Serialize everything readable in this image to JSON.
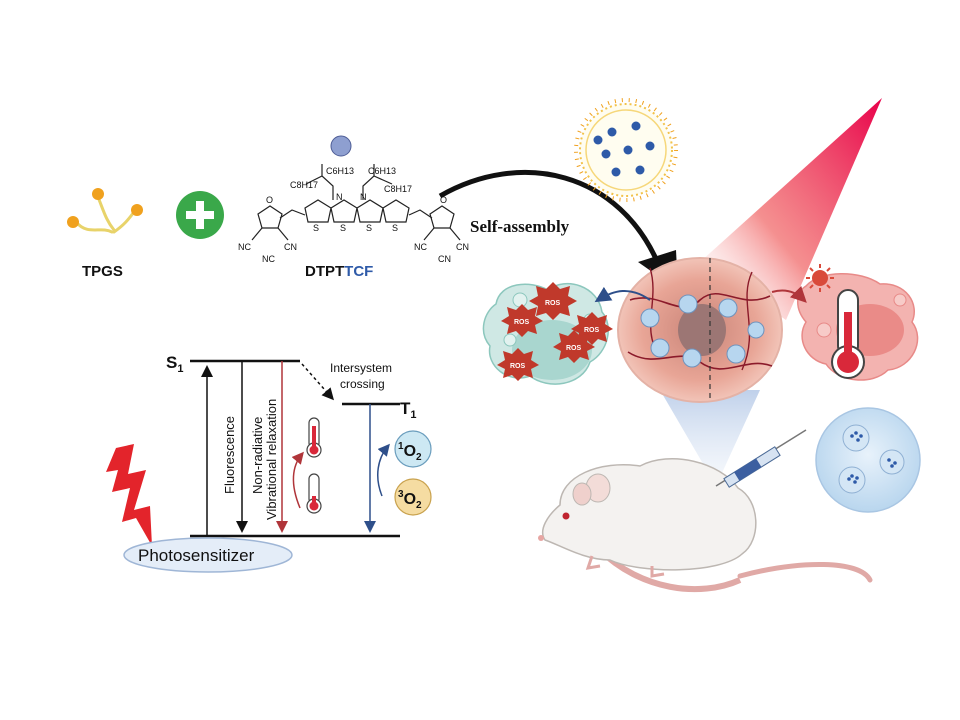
{
  "molecules": {
    "tpgs_label": "TPGS",
    "dye_label_main": "DTPT",
    "dye_label_accent": "TCF",
    "plus_symbol": "+",
    "chem": {
      "c6h13": "C6H13",
      "c8h17": "C8H17",
      "n": "N",
      "s": "S",
      "o": "O",
      "cn": "CN",
      "nc": "NC"
    }
  },
  "process": {
    "self_assembly": "Self-assembly"
  },
  "jablonski": {
    "s1": "S",
    "s1_sub": "1",
    "t1": "T",
    "t1_sub": "1",
    "intersystem": "Intersystem",
    "crossing": "crossing",
    "fluorescence": "Fluorescence",
    "nonradiative": "Non-radiative",
    "vibrational": "Vibrational relaxation",
    "singlet_oxygen_sup": "1",
    "singlet_oxygen": "O",
    "singlet_oxygen_sub": "2",
    "triplet_oxygen_sup": "3",
    "triplet_oxygen": "O",
    "triplet_oxygen_sub": "2",
    "photosensitizer": "Photosensitizer"
  },
  "tumor": {
    "ros_label": "ROS"
  },
  "colors": {
    "accent_blue": "#2e5aa8",
    "plus_green": "#3aa84a",
    "laser_red": "#e8193c",
    "arrow_dark": "#111111",
    "tumor_pink": "#e89a8c",
    "ros_red": "#c0392b"
  }
}
